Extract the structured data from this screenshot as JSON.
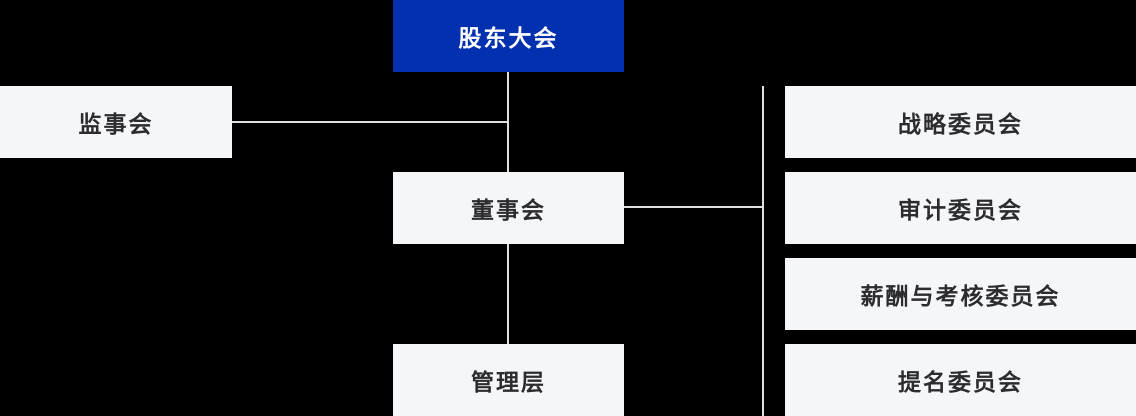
{
  "org_chart": {
    "background": "#000000",
    "colors": {
      "primary_node_bg": "#0230AE",
      "primary_node_text": "#FFFFFF",
      "node_bg": "#F5F6F8",
      "node_text": "#2B2B30",
      "connector_line": "#E0E0E0"
    },
    "nodes": {
      "shareholders_meeting": "股东大会",
      "supervisory_board": "监事会",
      "board_of_directors": "董事会",
      "management": "管理层"
    },
    "committees": [
      {
        "label": "战略委员会"
      },
      {
        "label": "审计委员会"
      },
      {
        "label": "薪酬与考核委员会"
      },
      {
        "label": "提名委员会"
      }
    ]
  }
}
